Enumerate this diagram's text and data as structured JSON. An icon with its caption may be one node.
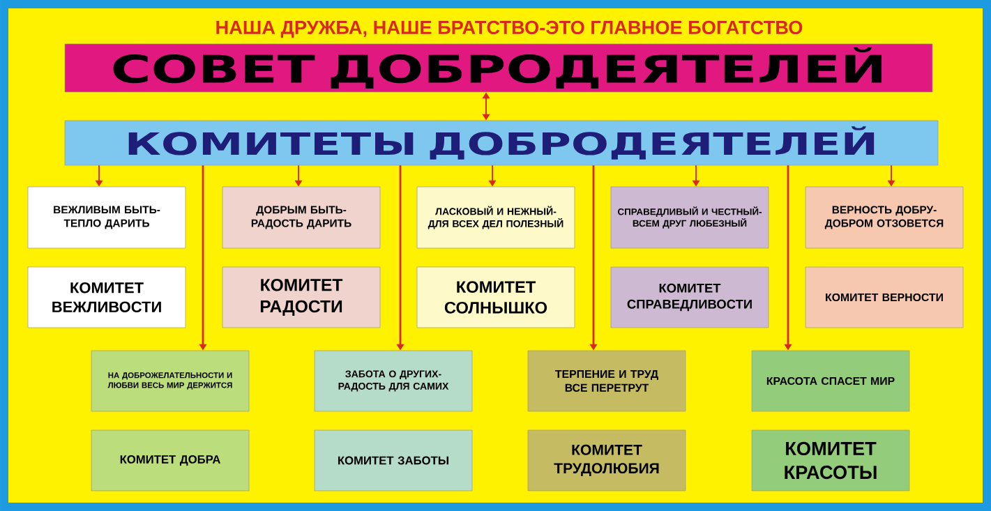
{
  "diagram": {
    "title": "НАША ДРУЖБА, НАШЕ БРАТСТВО-ЭТО ГЛАВНОЕ БОГАТСТВО",
    "nodes": [
      {
        "text": [
          "СОВЕТ ДОБРОДЕЯТЕЛЕЙ"
        ]
      },
      {
        "text": [
          "КОМИТЕТЫ ДОБРОДЕЯТЕЛЕЙ"
        ]
      },
      {
        "text": [
          "ВЕЖЛИВЫМ БЫТЬ- ТЕПЛО ДАРИТЬ"
        ]
      },
      {
        "text": [
          "ДОБРЫМ БЫТЬ- РАДОСТЬ ДАРИТЬ"
        ]
      },
      {
        "text": [
          "ЛАСКОВЫЙ И НЕЖНЫЙ- ДЛЯ ВСЕХ ДЕЛ ПОЛЕЗНЫЙ"
        ]
      },
      {
        "text": [
          "СПРАВЕДЛИВЫЙ И ЧЕСТНЫЙ- ВСЕМ ДРУГ ЛЮБЕЗНЫЙ"
        ]
      },
      {
        "text": [
          "ВЕРНОСТЬ ДОБРУ- ДОБРОМ ОТЗОВЕТСЯ"
        ]
      },
      {
        "text": [
          "КОМИТЕТ ВЕЖЛИВОСТИ"
        ]
      },
      {
        "text": [
          "КОМИТЕТ РАДОСТИ"
        ]
      },
      {
        "text": [
          "КОМИТЕТ СОЛНЫШКО"
        ]
      },
      {
        "text": [
          "КОМИТЕТ СПРАВЕДЛИВОСТИ"
        ]
      },
      {
        "text": [
          "КОМИТЕТ ВЕРНОСТИ"
        ]
      },
      {
        "text": [
          "НА ДОБРОЖЕЛАТЕЛЬНОСТИ И ЛЮБВИ ВЕСЬ МИР ДЕРЖИТСЯ"
        ]
      },
      {
        "text": [
          "ЗАБОТА О ДРУГИХ- РАДОСТЬ ДЛЯ САМИХ"
        ]
      },
      {
        "text": [
          "ТЕРПЕНИЕ И ТРУД ВСЕ ПЕРЕТРУТ"
        ]
      },
      {
        "text": [
          "КРАСОТА СПАСЕТ МИР"
        ]
      },
      {
        "text": [
          "КОМИТЕТ ДОБРА"
        ]
      },
      {
        "text": [
          "КОМИТЕТ ЗАБОТЫ"
        ]
      },
      {
        "text": [
          "КОМИТЕТ ТРУДОЛЮБИЯ"
        ]
      },
      {
        "text": [
          "КОМИТЕТ КРАСОТЫ"
        ]
      }
    ],
    "edges": [
      {
        "from": 0,
        "to": 1,
        "arrow": "both"
      },
      {
        "from": 1,
        "to": 2,
        "arrow": "to"
      },
      {
        "from": 1,
        "to": 12,
        "arrow": "to"
      },
      {
        "from": 1,
        "to": 3,
        "arrow": "to"
      },
      {
        "from": 1,
        "to": 13,
        "arrow": "to"
      },
      {
        "from": 1,
        "to": 4,
        "arrow": "to"
      },
      {
        "from": 1,
        "to": 14,
        "arrow": "to"
      },
      {
        "from": 1,
        "to": 5,
        "arrow": "to"
      },
      {
        "from": 1,
        "to": 15,
        "arrow": "to"
      },
      {
        "from": 1,
        "to": 6,
        "arrow": "to"
      }
    ]
  }
}
